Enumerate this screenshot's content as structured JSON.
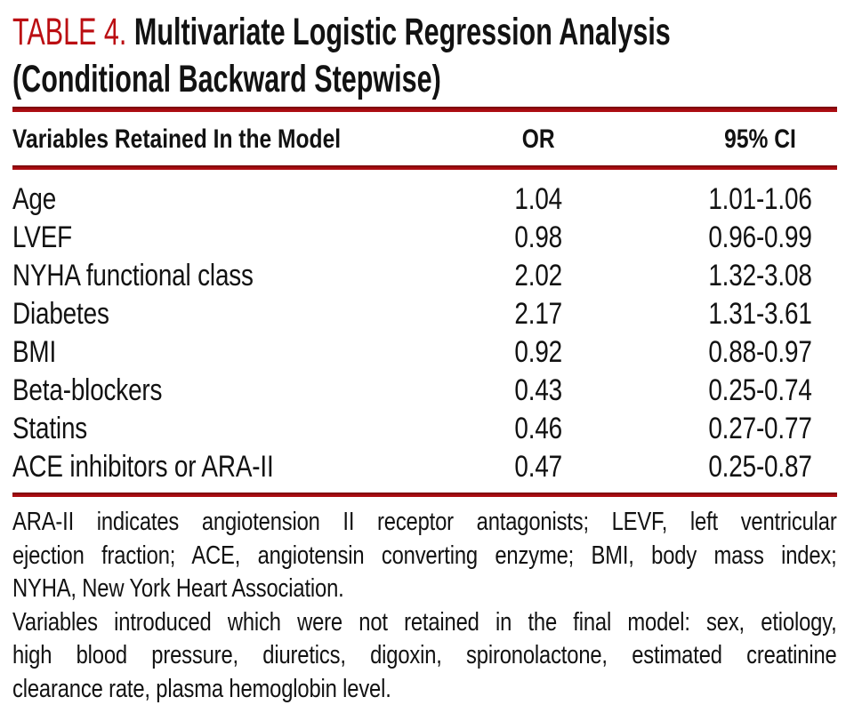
{
  "colors": {
    "title_accent_red": "#bb0e12",
    "rule_red": "#a60c11",
    "text_black": "#121212",
    "background": "#ffffff"
  },
  "heading": {
    "label": "TABLE 4.",
    "title_line1": "Multivariate Logistic Regression Analysis",
    "title_line2": "(Conditional Backward Stepwise)"
  },
  "table": {
    "header": {
      "variable": "Variables Retained In the Model",
      "or": "OR",
      "ci": "95% CI"
    },
    "rows": [
      {
        "variable": "Age",
        "or": "1.04",
        "ci": "1.01-1.06"
      },
      {
        "variable": "LVEF",
        "or": "0.98",
        "ci": "0.96-0.99"
      },
      {
        "variable": "NYHA functional class",
        "or": "2.02",
        "ci": "1.32-3.08"
      },
      {
        "variable": "Diabetes",
        "or": "2.17",
        "ci": "1.31-3.61"
      },
      {
        "variable": "BMI",
        "or": "0.92",
        "ci": "0.88-0.97"
      },
      {
        "variable": "Beta-blockers",
        "or": "0.43",
        "ci": "0.25-0.74"
      },
      {
        "variable": "Statins",
        "or": "0.46",
        "ci": "0.27-0.77"
      },
      {
        "variable": "ACE inhibitors or ARA-II",
        "or": "0.47",
        "ci": "0.25-0.87"
      }
    ]
  },
  "footnotes": [
    {
      "lines": [
        "ARA-II indicates angiotension II receptor antagonists; LEVF, left ventricular",
        "ejection fraction; ACE, angiotensin converting enzyme; BMI, body mass index;",
        "NYHA, New York Heart Association."
      ]
    },
    {
      "lines": [
        "Variables introduced which were not retained in the final model: sex, etiology,",
        "high blood pressure, diuretics, digoxin, spironolactone, estimated creatinine",
        "clearance rate, plasma hemoglobin level."
      ]
    }
  ]
}
